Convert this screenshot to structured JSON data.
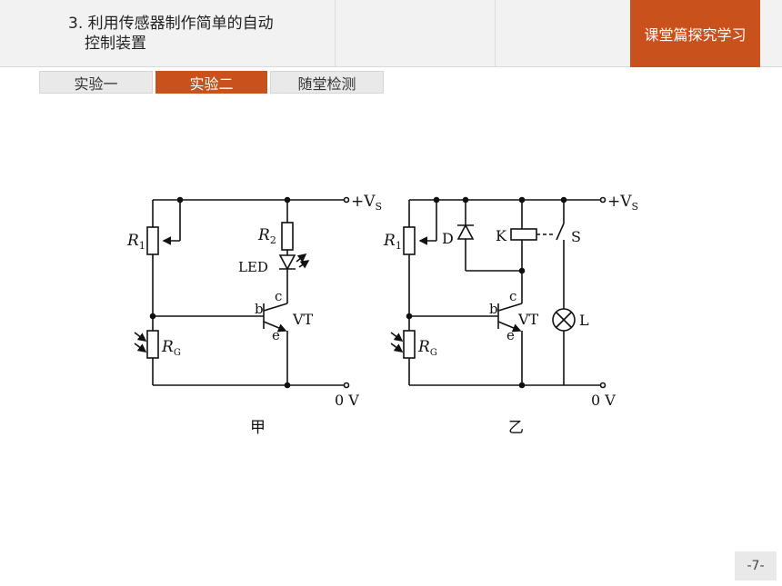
{
  "header": {
    "title_line1": "3. 利用传感器制作简单的自动",
    "title_line2": "控制装置",
    "section": "课堂篇探究学习"
  },
  "tabs": [
    {
      "label": "实验一",
      "active": false
    },
    {
      "label": "实验二",
      "active": true
    },
    {
      "label": "随堂检测",
      "active": false
    }
  ],
  "circuit_a": {
    "supply": "+V",
    "supply_sub": "S",
    "ground": "0 V",
    "r1": "R",
    "r1_sub": "1",
    "r2": "R",
    "r2_sub": "2",
    "led": "LED",
    "rg": "R",
    "rg_sub": "G",
    "pin_b": "b",
    "pin_c": "c",
    "pin_e": "e",
    "transistor": "VT",
    "caption": "甲"
  },
  "circuit_b": {
    "supply": "+V",
    "supply_sub": "S",
    "ground": "0 V",
    "r1": "R",
    "r1_sub": "1",
    "diode": "D",
    "relay": "K",
    "switch": "S",
    "lamp": "L",
    "rg": "R",
    "rg_sub": "G",
    "pin_b": "b",
    "pin_c": "c",
    "pin_e": "e",
    "transistor": "VT",
    "caption": "乙"
  },
  "page_number": "-7-",
  "colors": {
    "accent": "#c9511c",
    "header_bg": "#f2f2f2",
    "tab_bg": "#e9e9e9"
  }
}
